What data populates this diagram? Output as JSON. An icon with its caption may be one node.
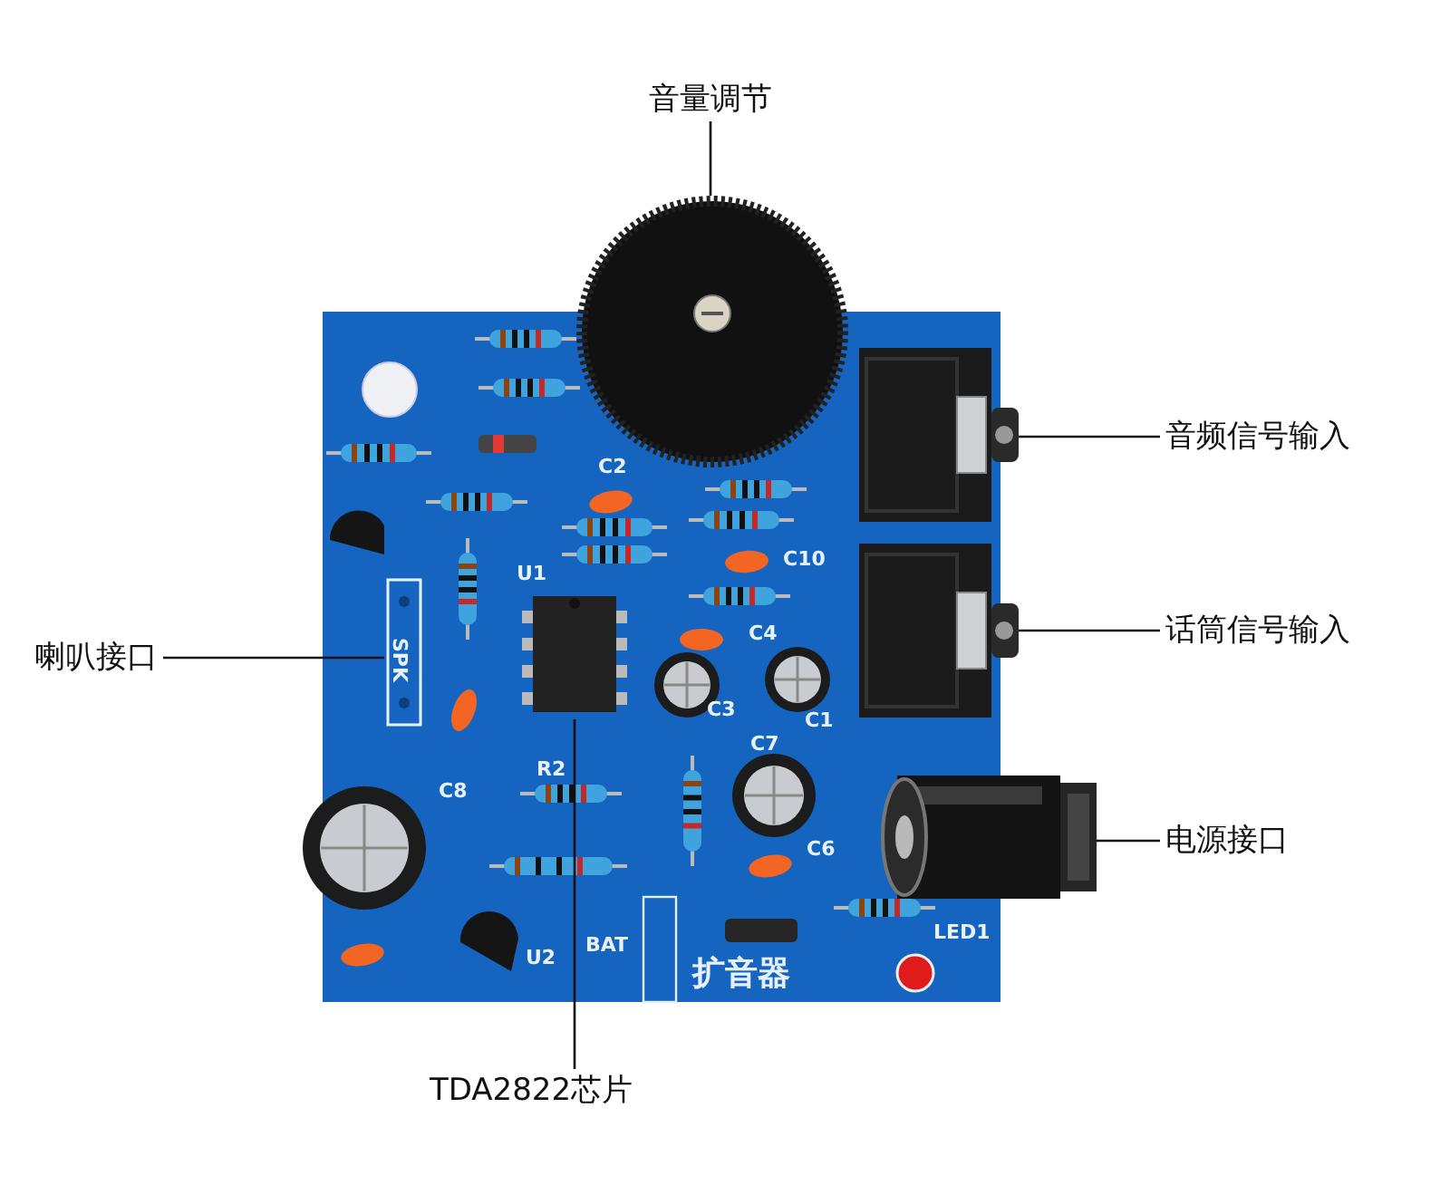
{
  "diagram": {
    "nodes": [
      {
        "text": [
          "音量调节"
        ]
      },
      {
        "text": [
          "音频信号输入"
        ]
      },
      {
        "text": [
          "话筒信号输入"
        ]
      },
      {
        "text": [
          "喇叭接口"
        ]
      },
      {
        "text": [
          "电源接口"
        ]
      },
      {
        "text": [
          "TDA2822芯片"
        ]
      },
      {
        "text": [],
        "shape": "picture"
      },
      {
        "text": [],
        "shape": "picture"
      },
      {
        "text": [],
        "shape": "picture"
      },
      {
        "text": [],
        "shape": "picture"
      },
      {
        "text": [],
        "shape": "picture"
      },
      {
        "text": [],
        "shape": "picture"
      }
    ],
    "edges": [
      {
        "from": 0,
        "to": 6,
        "arrow": "none"
      },
      {
        "from": 1,
        "to": 7,
        "arrow": "none"
      },
      {
        "from": 2,
        "to": 8,
        "arrow": "none"
      },
      {
        "from": 3,
        "to": 9,
        "arrow": "none"
      },
      {
        "from": 4,
        "to": 10,
        "arrow": "none"
      },
      {
        "from": 5,
        "to": 11,
        "arrow": "none"
      }
    ],
    "labels": [
      "C2",
      "C10",
      "U1",
      "C4",
      "SPK",
      "C3",
      "C1",
      "R2",
      "C8",
      "C7",
      "C6",
      "BAT",
      "LED1",
      "U2",
      "扩音器"
    ]
  }
}
